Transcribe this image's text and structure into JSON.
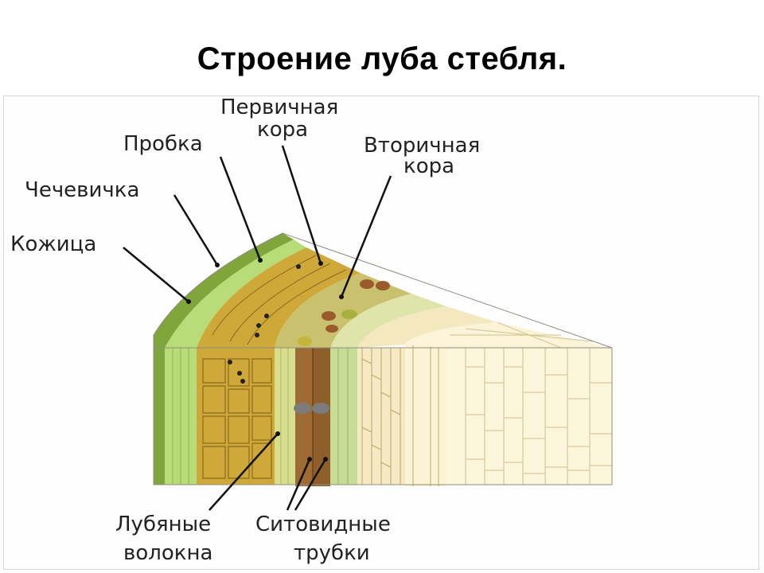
{
  "title": "Строение луба стебля.",
  "labels": {
    "primary_cortex_line1": "Первичная",
    "primary_cortex_line2": "кора",
    "cork": "Пробка",
    "secondary_cortex_line1": "Вторичная",
    "secondary_cortex_line2": "кора",
    "lenticel": "Чечевичка",
    "epidermis": "Кожица",
    "bast_fibers_line1": "Лубяные",
    "bast_fibers_line2": "волокна",
    "sieve_tubes_line1": "Ситовидные",
    "sieve_tubes_line2": "трубки"
  },
  "colors": {
    "epidermis": "#7da33a",
    "cork": "#b9dd7c",
    "primary_cortex": "#cfa83a",
    "secondary_cortex": "#c7c98a",
    "bast_fibers": "#e3d98d",
    "sieve_tubes": "#9b6a33",
    "cambium": "#f5ecc2",
    "wood": "#fbf4d6"
  }
}
